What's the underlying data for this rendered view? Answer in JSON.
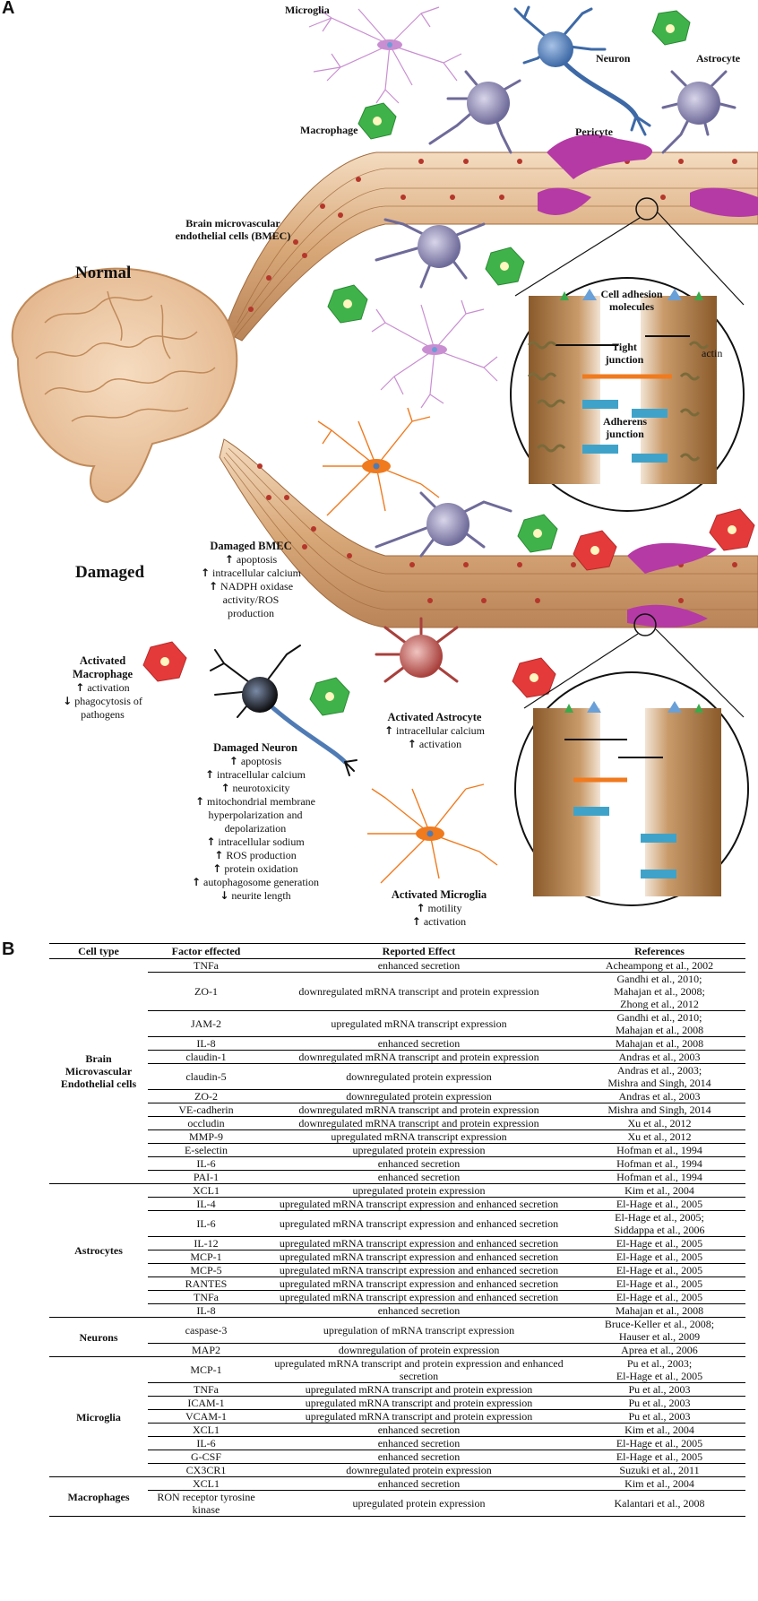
{
  "panels": {
    "a": "A",
    "b": "B"
  },
  "figure": {
    "section_labels": {
      "normal": "Normal",
      "damaged": "Damaged"
    },
    "cell_labels": {
      "microglia": "Microglia",
      "neuron": "Neuron",
      "astrocyte": "Astrocyte",
      "macrophage": "Macrophage",
      "pericyte": "Pericyte",
      "bmec_line1": "Brain microvascular",
      "bmec_line2": "endothelial cells (BMEC)"
    },
    "junction_labels": {
      "cam_line1": "Cell adhesion",
      "cam_line2": "molecules",
      "actin": "actin",
      "tight_line1": "Tight",
      "tight_line2": "junction",
      "adherens_line1": "Adherens",
      "adherens_line2": "junction"
    },
    "effects": {
      "damaged_bmec": {
        "title": "Damaged BMEC",
        "items": [
          {
            "arrow": "↑",
            "text": "apoptosis"
          },
          {
            "arrow": "↑",
            "text": "intracellular calcium"
          },
          {
            "arrow": "↑",
            "text": "NADPH oxidase"
          },
          {
            "arrow": "",
            "text": "activity/ROS"
          },
          {
            "arrow": "",
            "text": "production"
          }
        ]
      },
      "activated_macrophage": {
        "title_line1": "Activated",
        "title_line2": "Macrophage",
        "items": [
          {
            "arrow": "↑",
            "text": "activation"
          },
          {
            "arrow": "↓",
            "text": "phagocytosis of"
          },
          {
            "arrow": "",
            "text": "pathogens"
          }
        ]
      },
      "damaged_neuron": {
        "title": "Damaged Neuron",
        "items": [
          {
            "arrow": "↑",
            "text": "apoptosis"
          },
          {
            "arrow": "↑",
            "text": "intracellular calcium"
          },
          {
            "arrow": "↑",
            "text": "neurotoxicity"
          },
          {
            "arrow": "↑",
            "text": "mitochondrial membrane"
          },
          {
            "arrow": "",
            "text": "hyperpolarization and"
          },
          {
            "arrow": "",
            "text": "depolarization"
          },
          {
            "arrow": "↑",
            "text": "intracellular sodium"
          },
          {
            "arrow": "↑",
            "text": "ROS production"
          },
          {
            "arrow": "↑",
            "text": "protein oxidation"
          },
          {
            "arrow": "↑",
            "text": "autophagosome generation"
          },
          {
            "arrow": "↓",
            "text": "neurite length"
          }
        ]
      },
      "activated_astrocyte": {
        "title": "Activated Astrocyte",
        "items": [
          {
            "arrow": "↑",
            "text": "intracellular calcium"
          },
          {
            "arrow": "↑",
            "text": "activation"
          }
        ]
      },
      "activated_microglia": {
        "title": "Activated Microglia",
        "items": [
          {
            "arrow": "↑",
            "text": "motility"
          },
          {
            "arrow": "↑",
            "text": "activation"
          }
        ]
      }
    },
    "colors": {
      "vessel": "#d9a97a",
      "nucleus": "#b5362b",
      "microglia_normal": "#c98ed1",
      "microglia_activated": "#f07a1e",
      "astrocyte": "#7d7aa6",
      "neuron": "#4f7bb5",
      "macrophage": "#3fb34a",
      "activated_macrophage": "#e53a3a",
      "pericyte": "#b53aa5",
      "brain": "#f0c9a2",
      "damaged_neuron": "#111111",
      "activated_astrocyte": "#b54a4a"
    }
  },
  "table": {
    "headers": [
      "Cell type",
      "Factor effected",
      "Reported Effect",
      "References"
    ],
    "groups": [
      {
        "cell_type": "Brain Microvascular Endothelial cells",
        "rows": [
          {
            "factor": "TNFa",
            "effect": "enhanced secretion",
            "refs": [
              "Acheampong et al., 2002"
            ]
          },
          {
            "factor": "ZO-1",
            "effect": "downregulated mRNA transcript and protein expression",
            "refs": [
              "Gandhi et al., 2010;",
              "Mahajan et al., 2008;",
              "Zhong et al., 2012"
            ]
          },
          {
            "factor": "JAM-2",
            "effect": "upregulated mRNA transcript expression",
            "refs": [
              "Gandhi et al., 2010;",
              "Mahajan et al., 2008"
            ]
          },
          {
            "factor": "IL-8",
            "effect": "enhanced secretion",
            "refs": [
              "Mahajan et al., 2008"
            ]
          },
          {
            "factor": "claudin-1",
            "effect": "downregulated mRNA transcript and protein expression",
            "refs": [
              "Andras et al., 2003"
            ]
          },
          {
            "factor": "claudin-5",
            "effect": "downregulated protein expression",
            "refs": [
              "Andras et al., 2003;",
              "Mishra and Singh, 2014"
            ]
          },
          {
            "factor": "ZO-2",
            "effect": "downregulated protein expression",
            "refs": [
              "Andras et al., 2003"
            ]
          },
          {
            "factor": "VE-cadherin",
            "effect": "downregulated mRNA transcript and protein expression",
            "refs": [
              "Mishra and Singh, 2014"
            ]
          },
          {
            "factor": "occludin",
            "effect": "downregulated mRNA transcript and protein expression",
            "refs": [
              "Xu et al., 2012"
            ]
          },
          {
            "factor": "MMP-9",
            "effect": "upregulated mRNA transcript expression",
            "refs": [
              "Xu et al., 2012"
            ]
          },
          {
            "factor": "E-selectin",
            "effect": "upregulated protein expression",
            "refs": [
              "Hofman et al., 1994"
            ]
          },
          {
            "factor": "IL-6",
            "effect": "enhanced secretion",
            "refs": [
              "Hofman et al., 1994"
            ]
          },
          {
            "factor": "PAI-1",
            "effect": "enhanced secretion",
            "refs": [
              "Hofman et al., 1994"
            ]
          }
        ]
      },
      {
        "cell_type": "Astrocytes",
        "rows": [
          {
            "factor": "XCL1",
            "effect": "upregulated protein expression",
            "refs": [
              "Kim et al., 2004"
            ]
          },
          {
            "factor": "IL-4",
            "effect": "upregulated mRNA transcript expression and enhanced secretion",
            "refs": [
              "El-Hage et al., 2005"
            ]
          },
          {
            "factor": "IL-6",
            "effect": "upregulated mRNA transcript expression and enhanced secretion",
            "refs": [
              "El-Hage et al., 2005;",
              "Siddappa et al., 2006"
            ]
          },
          {
            "factor": "IL-12",
            "effect": "upregulated mRNA transcript expression and enhanced secretion",
            "refs": [
              "El-Hage et al., 2005"
            ]
          },
          {
            "factor": "MCP-1",
            "effect": "upregulated mRNA transcript expression and enhanced secretion",
            "refs": [
              "El-Hage et al., 2005"
            ]
          },
          {
            "factor": "MCP-5",
            "effect": "upregulated mRNA transcript expression and enhanced secretion",
            "refs": [
              "El-Hage et al., 2005"
            ]
          },
          {
            "factor": "RANTES",
            "effect": "upregulated mRNA transcript expression and enhanced secretion",
            "refs": [
              "El-Hage et al., 2005"
            ]
          },
          {
            "factor": "TNFa",
            "effect": "upregulated mRNA transcript expression and enhanced secretion",
            "refs": [
              "El-Hage et al., 2005"
            ]
          },
          {
            "factor": "IL-8",
            "effect": "enhanced secretion",
            "refs": [
              "Mahajan et al., 2008"
            ]
          }
        ]
      },
      {
        "cell_type": "Neurons",
        "rows": [
          {
            "factor": "caspase-3",
            "effect": "upregulation of mRNA transcript expression",
            "refs": [
              "Bruce-Keller et al., 2008;",
              "Hauser et al., 2009"
            ]
          },
          {
            "factor": "MAP2",
            "effect": "downregulation of protein expression",
            "refs": [
              "Aprea et al., 2006"
            ]
          }
        ]
      },
      {
        "cell_type": "Microglia",
        "rows": [
          {
            "factor": "MCP-1",
            "effect": "upregulated mRNA transcript and protein expression and enhanced secretion",
            "refs": [
              "Pu et al., 2003;",
              "El-Hage et al., 2005"
            ]
          },
          {
            "factor": "TNFa",
            "effect": "upregulated mRNA transcript and protein expression",
            "refs": [
              "Pu et al., 2003"
            ]
          },
          {
            "factor": "ICAM-1",
            "effect": "upregulated mRNA transcript and protein expression",
            "refs": [
              "Pu et al., 2003"
            ]
          },
          {
            "factor": "VCAM-1",
            "effect": "upregulated mRNA transcript and protein expression",
            "refs": [
              "Pu et al., 2003"
            ]
          },
          {
            "factor": "XCL1",
            "effect": "enhanced secretion",
            "refs": [
              "Kim et al., 2004"
            ]
          },
          {
            "factor": "IL-6",
            "effect": "enhanced secretion",
            "refs": [
              "El-Hage et al., 2005"
            ]
          },
          {
            "factor": "G-CSF",
            "effect": "enhanced secretion",
            "refs": [
              "El-Hage et al., 2005"
            ]
          },
          {
            "factor": "CX3CR1",
            "effect": "downregulated protein expression",
            "refs": [
              "Suzuki et al., 2011"
            ]
          }
        ]
      },
      {
        "cell_type": "Macrophages",
        "rows": [
          {
            "factor": "XCL1",
            "effect": "enhanced secretion",
            "refs": [
              "Kim et al., 2004"
            ]
          },
          {
            "factor": "RON receptor tyrosine kinase",
            "effect": "upregulated protein expression",
            "refs": [
              "Kalantari et al., 2008"
            ]
          }
        ]
      }
    ]
  }
}
